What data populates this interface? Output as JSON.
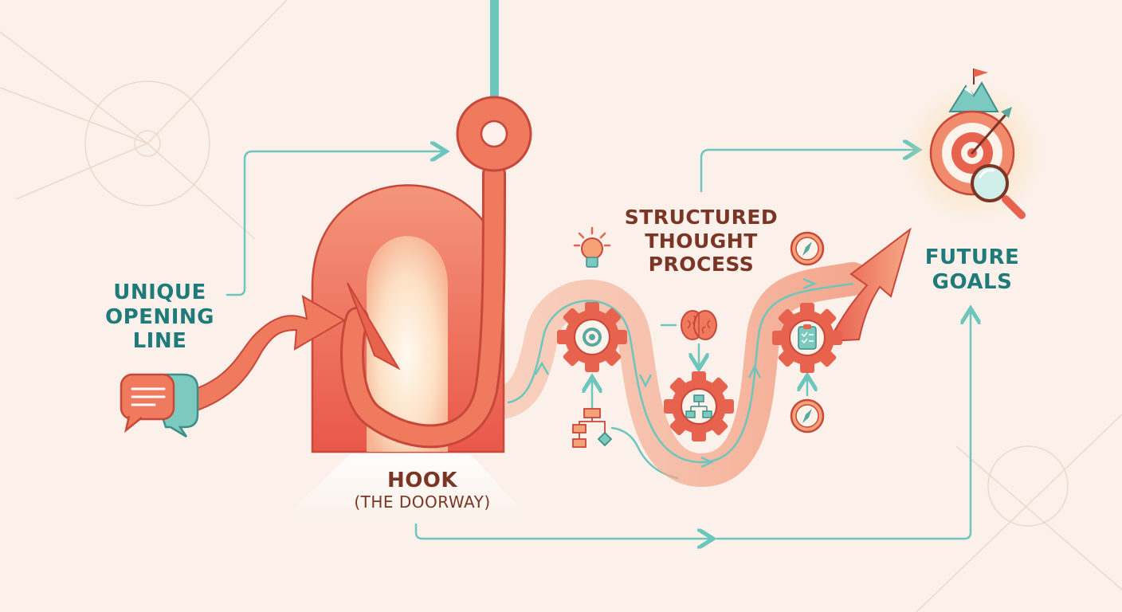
{
  "labels": {
    "opening": [
      "UNIQUE",
      "OPENING",
      "LINE"
    ],
    "hook_title": "HOOK",
    "hook_subtitle": "(THE DOORWAY)",
    "structured": [
      "STRUCTURED",
      "THOUGHT",
      "PROCESS"
    ],
    "goals": [
      "FUTURE",
      "GOALS"
    ]
  },
  "icons": {
    "speech": "speech-bubbles-icon",
    "bulb": "lightbulb-icon",
    "brain": "brain-icon",
    "flowchart": "flowchart-icon",
    "compass": "compass-icon",
    "gear": "gear-icon",
    "target": "target-icon",
    "magnifier": "magnifier-icon",
    "flag": "flag-icon"
  },
  "colors": {
    "background": "#fbf1ea",
    "coral": "#e8634d",
    "coral_light": "#f49a79",
    "teal": "#6cc6bd",
    "teal_text": "#1f7a7a",
    "brown_text": "#7a3524"
  }
}
